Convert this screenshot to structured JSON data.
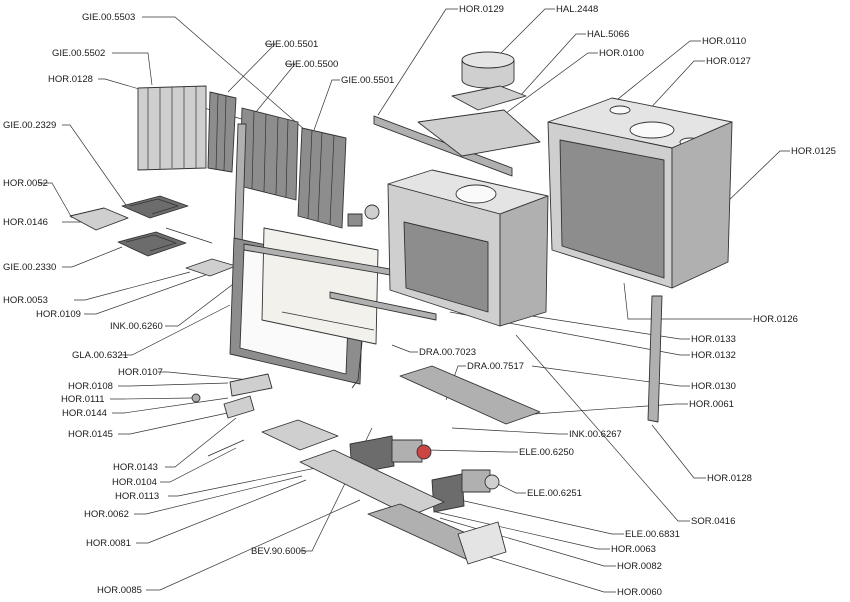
{
  "labels": {
    "gie_00_5503": "GIE.00.5503",
    "gie_00_5502": "GIE.00.5502",
    "gie_00_5501a": "GIE.00.5501",
    "gie_00_5500": "GIE.00.5500",
    "gie_00_5501b": "GIE.00.5501",
    "hor_0128a": "HOR.0128",
    "gie_00_2329": "GIE.00.2329",
    "hor_0052": "HOR.0052",
    "hor_0146": "HOR.0146",
    "gie_00_2330": "GIE.00.2330",
    "hor_0053": "HOR.0053",
    "hor_0109": "HOR.0109",
    "ink_00_6260": "INK.00.6260",
    "gla_00_6321": "GLA.00.6321",
    "hor_0107": "HOR.0107",
    "hor_0108": "HOR.0108",
    "hor_0111": "HOR.0111",
    "hor_0144": "HOR.0144",
    "hor_0145": "HOR.0145",
    "hor_0143": "HOR.0143",
    "hor_0104": "HOR.0104",
    "hor_0113": "HOR.0113",
    "hor_0062": "HOR.0062",
    "hor_0081": "HOR.0081",
    "bev_90_6005": "BEV.90.6005",
    "hor_0085": "HOR.0085",
    "dra_00_7023": "DRA.00.7023",
    "dra_00_7517": "DRA.00.7517",
    "hor_0129": "HOR.0129",
    "hal_2448": "HAL.2448",
    "hal_5066": "HAL.5066",
    "hor_0110": "HOR.0110",
    "hor_0100": "HOR.0100",
    "hor_0127": "HOR.0127",
    "hor_0125": "HOR.0125",
    "hor_0126": "HOR.0126",
    "hor_0133": "HOR.0133",
    "hor_0132": "HOR.0132",
    "hor_0130": "HOR.0130",
    "hor_0061": "HOR.0061",
    "ink_00_6267": "INK.00.6267",
    "ele_00_6250": "ELE.00.6250",
    "ele_00_6251": "ELE.00.6251",
    "hor_0128b": "HOR.0128",
    "sor_0416": "SOR.0416",
    "ele_00_6831": "ELE.00.6831",
    "hor_0063": "HOR.0063",
    "hor_0082": "HOR.0082",
    "hor_0060": "HOR.0060"
  }
}
